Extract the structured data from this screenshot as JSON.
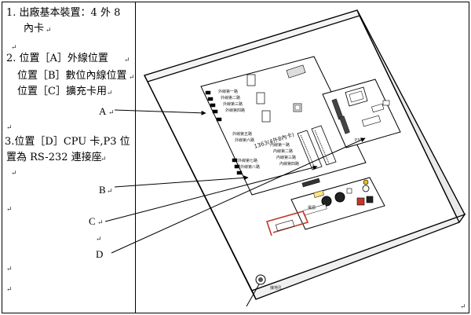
{
  "left_column": {
    "item1_line1": "1.  出廠基本裝置：4 外 8",
    "item1_line2": "內卡",
    "item2_line1": "2.  位置［A］外線位置",
    "item2_line2": "位置［B］數位內線位置",
    "item2_line3": "位置［C］擴充卡用",
    "item3_line1": "3.位置［D］CPU 卡,P3 位",
    "item3_line2": "置為 RS-232 連接座",
    "paragraph_mark": "↵"
  },
  "callouts": {
    "a": "A",
    "b": "B",
    "c": "C",
    "d": "D"
  },
  "diagram": {
    "board_title": "1363(4外8內卡)",
    "slot_labels": [
      "外線第一路",
      "外線第二路",
      "外線第三路",
      "外線第四路",
      "外線第五路",
      "外線第六路",
      "外線第七路",
      "外線第八路"
    ],
    "inner_labels": [
      "內線第一路",
      "內線第二路",
      "內線第三路",
      "內線第四路"
    ],
    "cpu_label": "P3",
    "power_label": "電源",
    "hole_label": "接地孔"
  }
}
